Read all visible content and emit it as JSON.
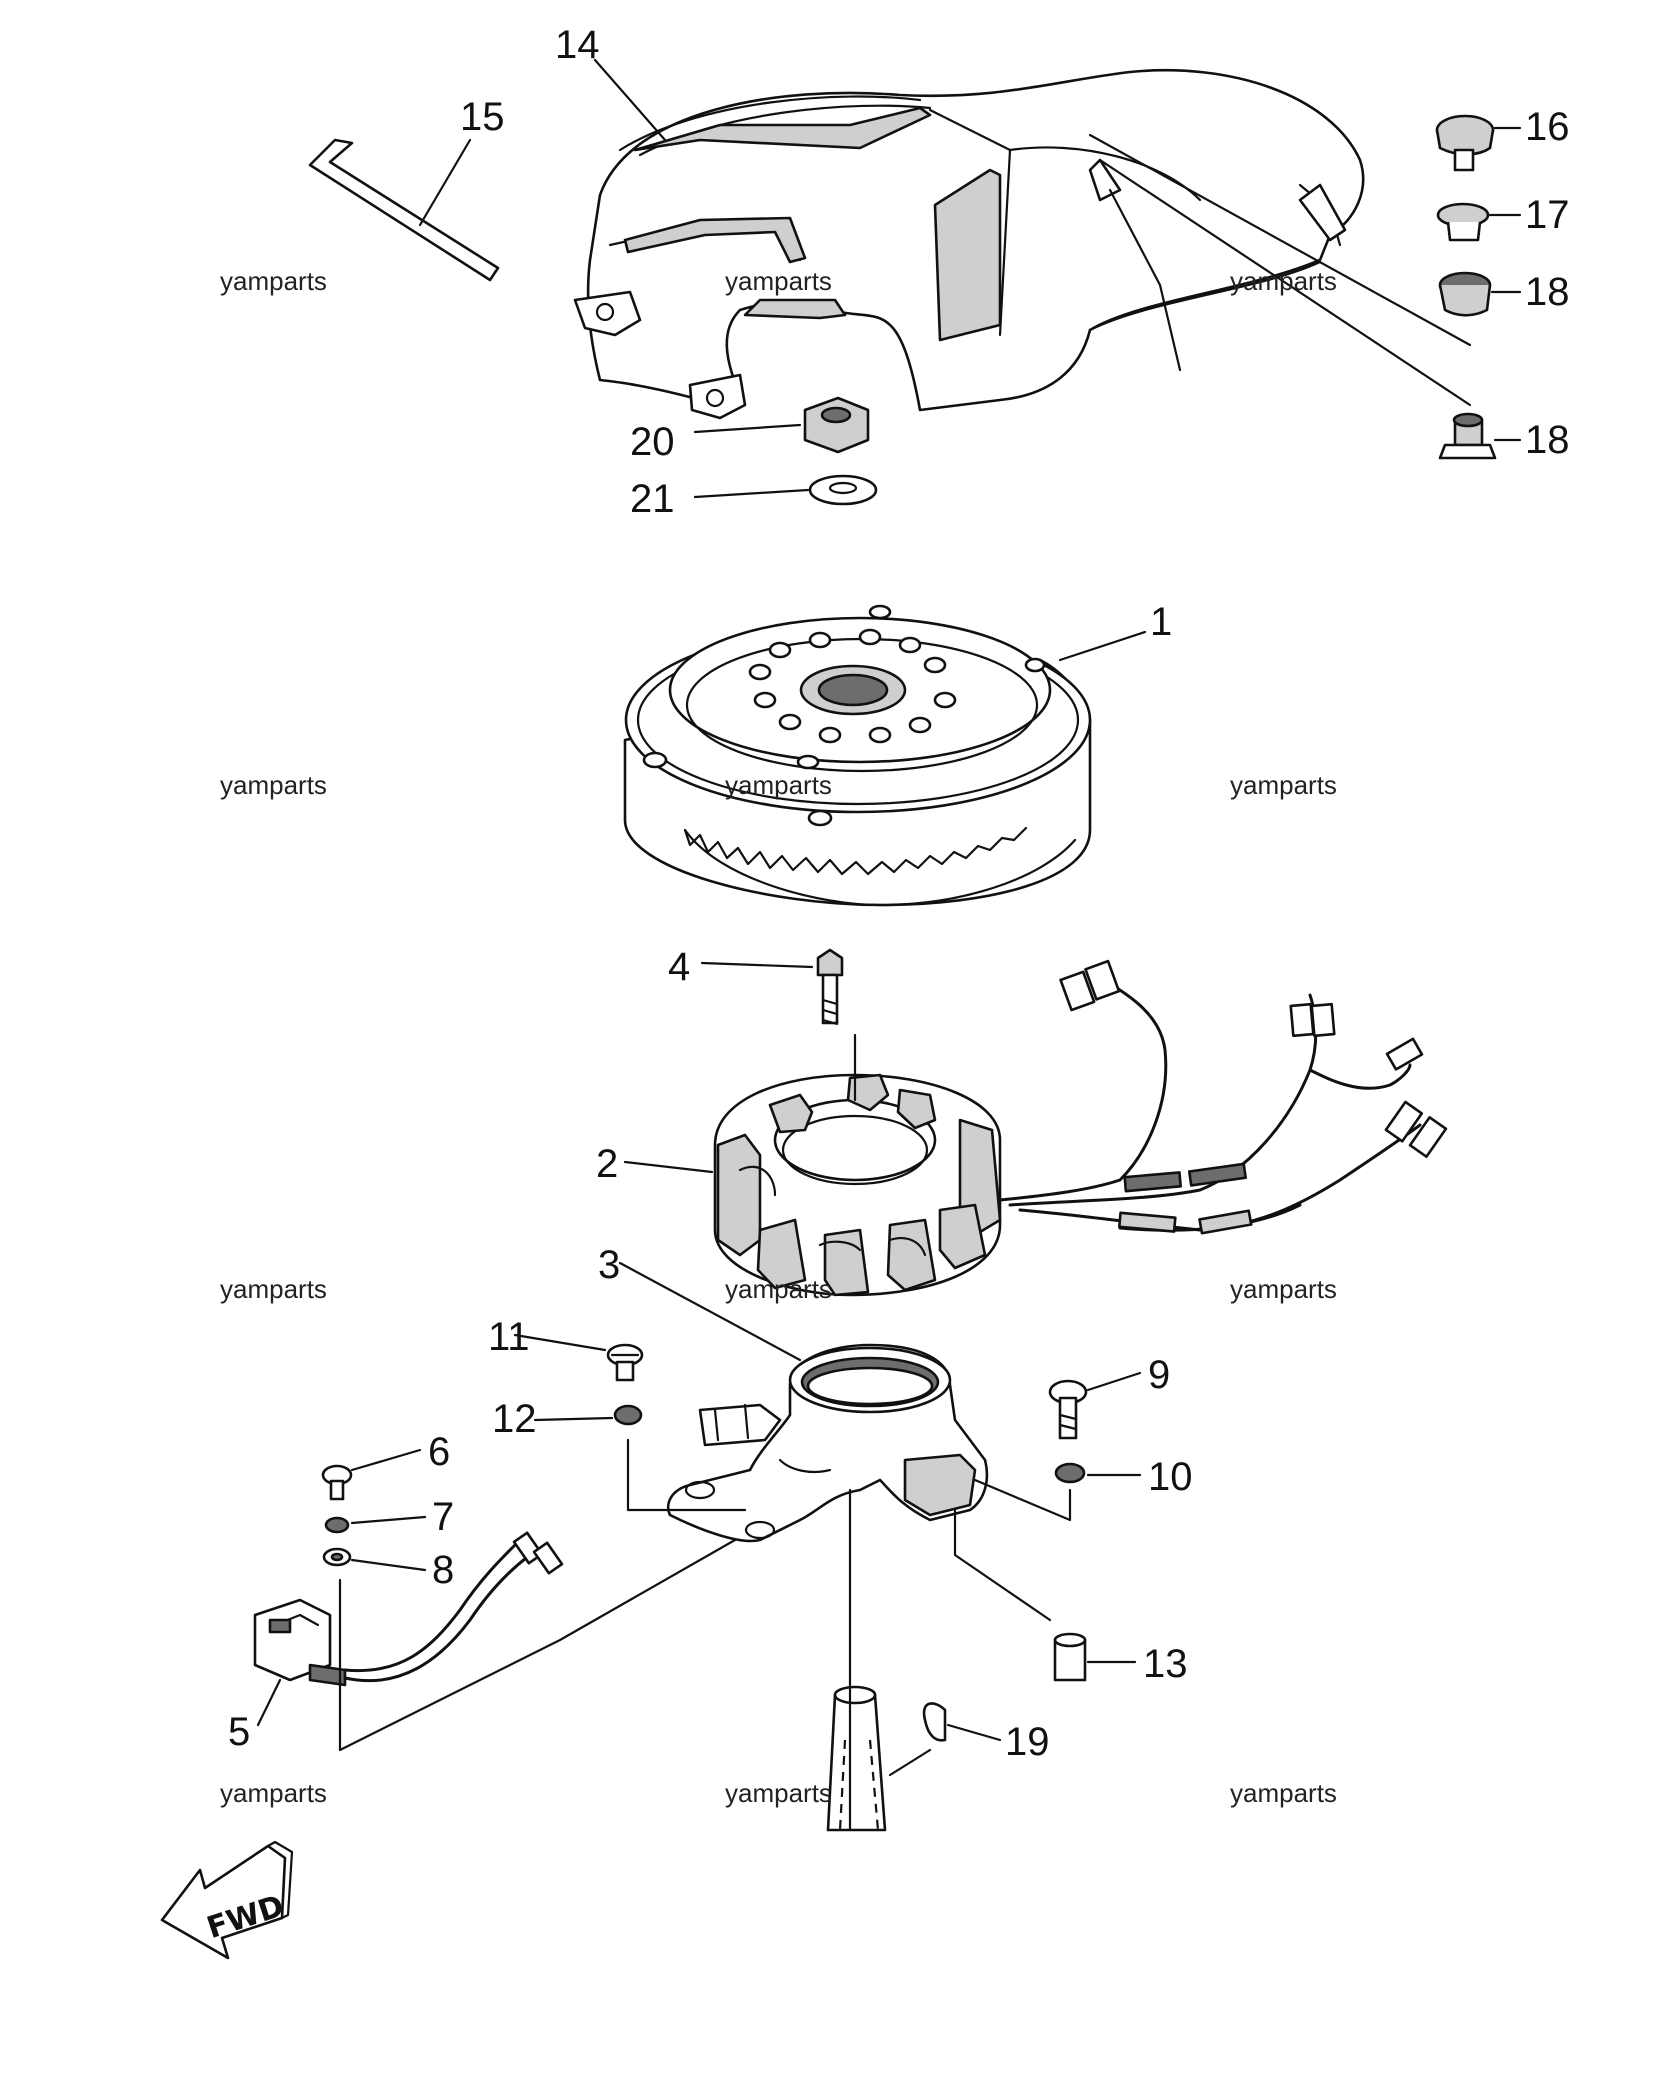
{
  "diagram": {
    "callouts": [
      "1",
      "2",
      "3",
      "4",
      "5",
      "6",
      "7",
      "8",
      "9",
      "10",
      "11",
      "12",
      "13",
      "14",
      "15",
      "16",
      "17",
      "18",
      "18",
      "19",
      "20",
      "21"
    ],
    "watermark": "yamparts",
    "direction_label": "FWD"
  }
}
